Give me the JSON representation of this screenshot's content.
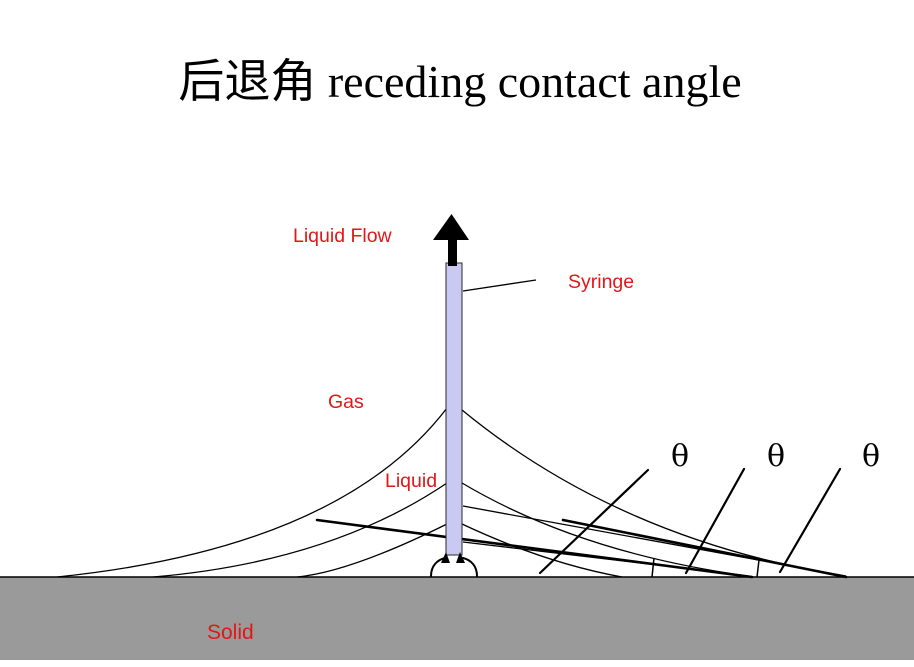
{
  "title": "后退角 receding contact angle",
  "labels": {
    "liquid_flow": "Liquid Flow",
    "syringe": "Syringe",
    "gas": "Gas",
    "liquid": "Liquid",
    "solid": "Solid"
  },
  "theta_labels": [
    "θ",
    "θ",
    "θ"
  ],
  "colors": {
    "label_red": "#e21717",
    "syringe_fill": "#cac9f2",
    "solid_gray": "#9a9a9a",
    "ink": "#000000"
  }
}
